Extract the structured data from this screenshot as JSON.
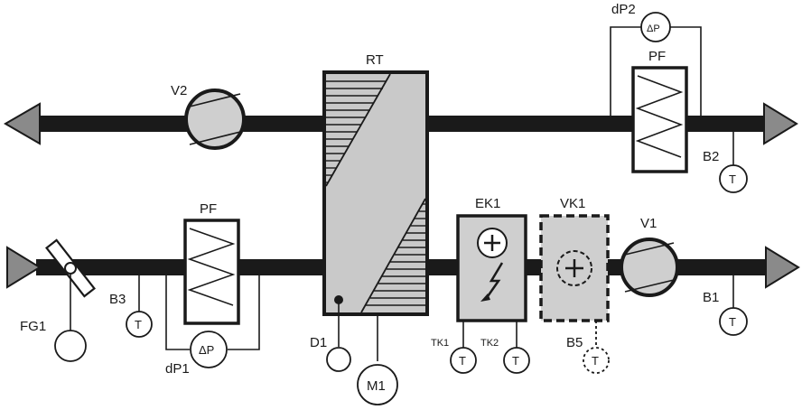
{
  "diagram": {
    "colors": {
      "line": "#1a1a1a",
      "arrow_fill": "#8a8a8a",
      "component_fill": "#cfcfcf",
      "exchanger_fill": "#c9c9c9",
      "background": "#ffffff"
    },
    "labels": {
      "rt": "RT",
      "v2": "V2",
      "v1": "V1",
      "pf_top": "PF",
      "pf_bottom": "PF",
      "dp2": "dP2",
      "dp1": "dP1",
      "ek1": "EK1",
      "vk1": "VK1",
      "b1": "B1",
      "b2": "B2",
      "b3": "B3",
      "b5": "B5",
      "d1": "D1",
      "m1": "M1",
      "fg1": "FG1",
      "tk1": "TK1",
      "tk2": "TK2"
    },
    "symbols": {
      "temperature": "T",
      "pressure": "ΔP",
      "motor": "M1"
    },
    "icons": [
      "arrow-left-icon",
      "arrow-right-icon",
      "fan-icon",
      "filter-icon",
      "heat-exchanger-icon",
      "electric-heater-icon",
      "water-heater-icon",
      "damper-icon",
      "temperature-sensor-icon",
      "pressure-sensor-icon",
      "motor-icon"
    ]
  }
}
